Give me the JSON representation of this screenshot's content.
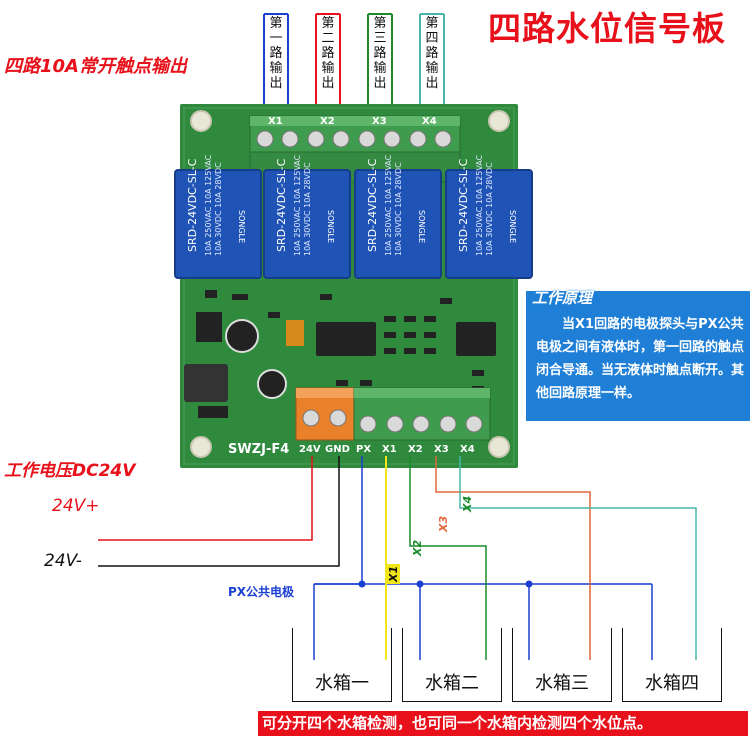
{
  "title": "四路水位信号板",
  "output_label": "四路10A常开触点输出",
  "channel_labels": [
    "第一路输出",
    "第二路输出",
    "第三路输出",
    "第四路输出"
  ],
  "top_terminals": [
    "X1",
    "X2",
    "X3",
    "X4"
  ],
  "board": {
    "model": "SWZJ-F4",
    "relay_brand": "SONGLE",
    "relay_model": "SRD-24VDC-SL-C",
    "relay_rating_a": "10A 250VAC 10A 125VAC",
    "relay_rating_b": "10A 30VDC 10A 28VDC",
    "input_terminals": [
      "24V",
      "GND",
      "PX",
      "X1",
      "X2",
      "X3",
      "X4"
    ]
  },
  "info_box": {
    "title": "工作原理",
    "body": "当X1回路的电极探头与PX公共电极之间有液体时，第一回路的触点闭合导通。当无液体时触点断开。其他回路原理一样。"
  },
  "power_label": "工作电压DC24V",
  "v_plus": "24V+",
  "v_minus": "24V-",
  "px_label": "PX公共电极",
  "wire_labels": [
    "X1",
    "X2",
    "X3",
    "X4"
  ],
  "tanks": [
    "水箱一",
    "水箱二",
    "水箱三",
    "水箱四"
  ],
  "footer_note": "可分开四个水箱检测，也可同一个水箱内检测四个水位点。",
  "colors": {
    "title_red": "#e8101a",
    "board_green": "#2f8a3e",
    "terminal_green": "#3f9b4d",
    "terminal_orange": "#e8812a",
    "relay_blue": "#1f53b5",
    "info_blue": "#1f7fd6",
    "wire_blue": "#1a3fd1",
    "wire_red": "#e8101a",
    "wire_yellow": "#f1e61a",
    "wire_green": "#1a8a2a",
    "wire_orange": "#e0683a",
    "wire_teal": "#47b6a8"
  }
}
